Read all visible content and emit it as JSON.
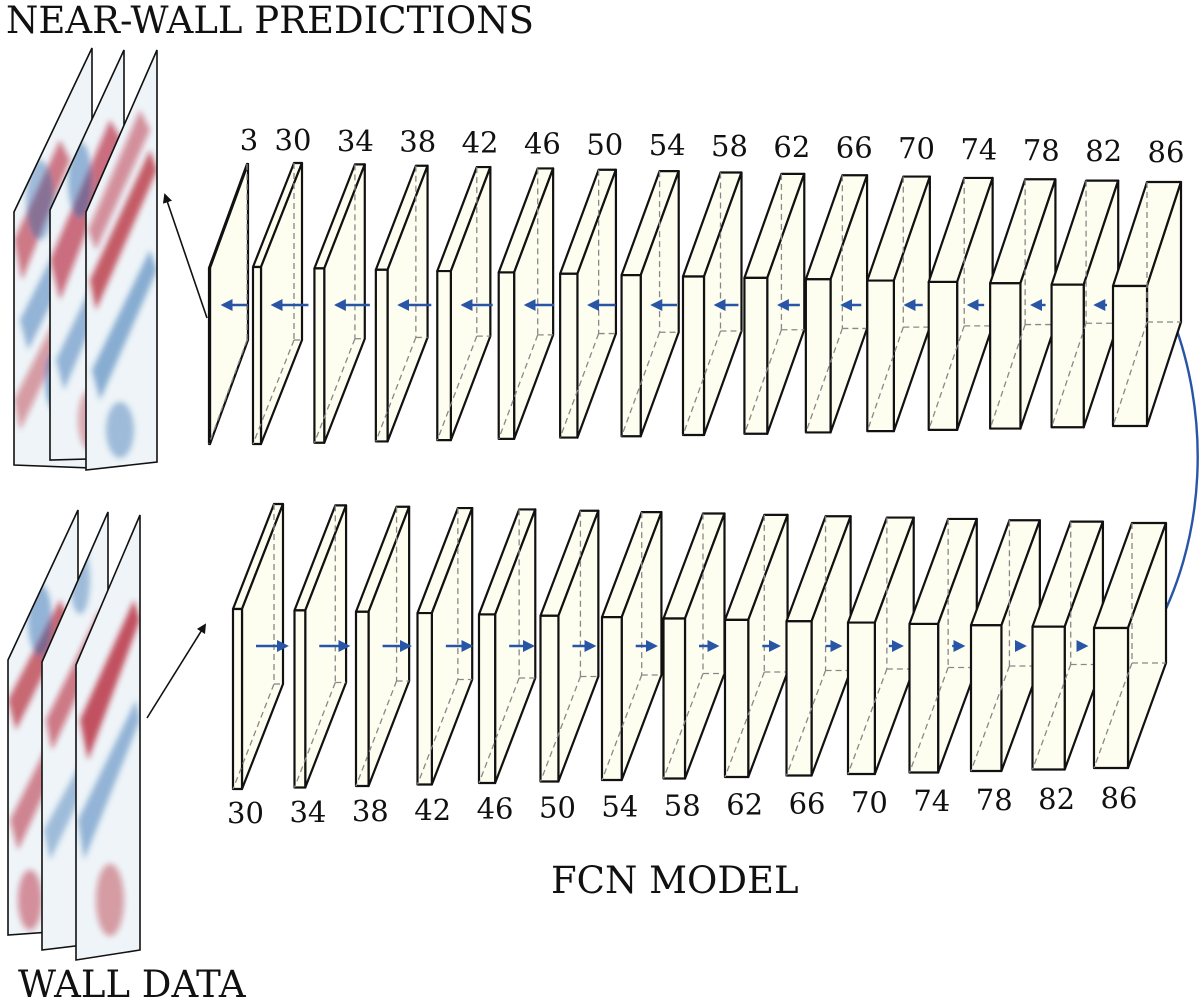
{
  "title_top": "NEAR-WALL PREDICTIONS",
  "title_bottom": "WALL DATA",
  "model_label": "FCN MODEL",
  "colors": {
    "box_fill": "#fefef0",
    "edge": "#111111",
    "arrow": "#2855a6",
    "field_positive": "#b2182b",
    "field_negative": "#2166ac"
  },
  "encoder_labels": [
    "30",
    "34",
    "38",
    "42",
    "46",
    "50",
    "54",
    "58",
    "62",
    "66",
    "70",
    "74",
    "78",
    "82",
    "86"
  ],
  "decoder_labels": [
    "3",
    "30",
    "34",
    "38",
    "42",
    "46",
    "50",
    "54",
    "58",
    "62",
    "66",
    "70",
    "74",
    "78",
    "82",
    "86"
  ]
}
